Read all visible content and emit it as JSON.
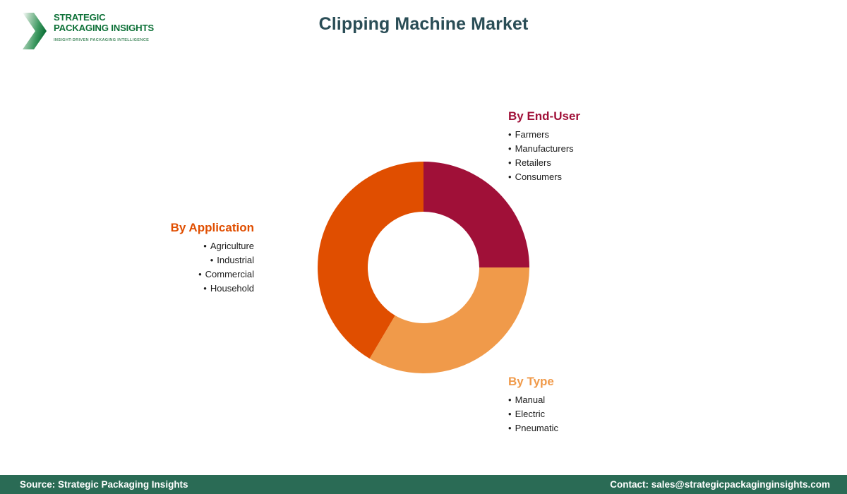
{
  "header": {
    "title": "Clipping Machine Market",
    "title_color": "#2a4d56",
    "logo": {
      "line1": "STRATEGIC",
      "line2": "PACKAGING INSIGHTS",
      "tagline": "INSIGHT-DRIVEN PACKAGING INTELLIGENCE",
      "brand_color": "#0E7138",
      "mark_icon": "chevron-right-icon"
    }
  },
  "segments": [
    {
      "key": "end_user",
      "heading": "By End-User",
      "color": "#A01038",
      "items": [
        "Farmers",
        "Manufacturers",
        "Retailers",
        "Consumers"
      ]
    },
    {
      "key": "application",
      "heading": "By Application",
      "color": "#E04E00",
      "items": [
        "Agriculture",
        "Industrial",
        "Commercial",
        "Household"
      ]
    },
    {
      "key": "type",
      "heading": "By Type",
      "color": "#F09A4A",
      "items": [
        "Manual",
        "Electric",
        "Pneumatic"
      ]
    }
  ],
  "bullet_glyph": "•",
  "footer": {
    "source": "Source: Strategic Packaging Insights",
    "contact": "Contact: sales@strategicpackaginginsights.com",
    "background": "#2a6b55",
    "text_color": "#ffffff"
  },
  "chart_data": {
    "type": "pie",
    "title": "Clipping Machine Market",
    "variant": "donut",
    "center": [
      150,
      150
    ],
    "outer_radius": 150,
    "inner_radius": 79,
    "start_angle_deg": 0,
    "categories": [
      "By End-User",
      "By Type",
      "By Application"
    ],
    "values": [
      25,
      33.5,
      41.5
    ],
    "colors": [
      "#A01038",
      "#F09A4A",
      "#E04E00"
    ],
    "angles_deg": [
      [
        0,
        90
      ],
      [
        90,
        210.6
      ],
      [
        210.6,
        360
      ]
    ],
    "legend_position": "around-chart",
    "grid": false
  }
}
